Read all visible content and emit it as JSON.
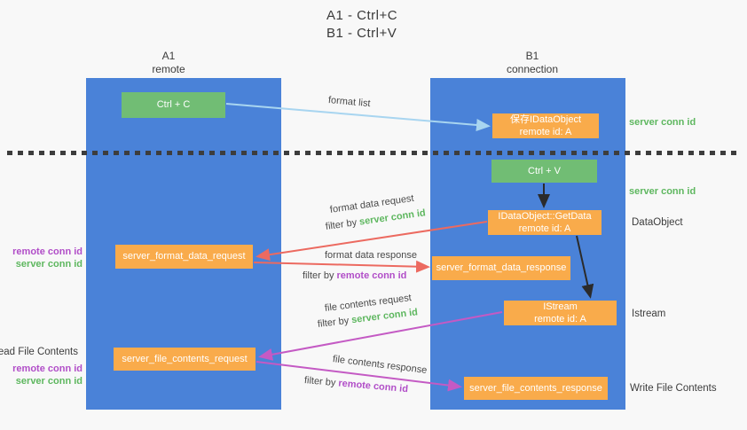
{
  "title": {
    "line1": "A1 - Ctrl+C",
    "line2": "B1 - Ctrl+V"
  },
  "columns": {
    "left": {
      "id": "A1",
      "role": "remote"
    },
    "right": {
      "id": "B1",
      "role": "connection"
    }
  },
  "boxes": {
    "ctrl_c": "Ctrl + C",
    "ctrl_v": "Ctrl + V",
    "save_dataobject": {
      "line1": "保存IDataObject",
      "line2": "remote id: A"
    },
    "getdata": {
      "line1": "IDataObject::GetData",
      "line2": "remote id: A"
    },
    "istream": {
      "line1": "IStream",
      "line2": "remote id: A"
    },
    "server_format_data_request": "server_format_data_request",
    "server_format_data_response": "server_format_data_response",
    "server_file_contents_request": "server_file_contents_request",
    "server_file_contents_response": "server_file_contents_response"
  },
  "flow_labels": {
    "format_list": "format list",
    "format_data_request": "format data request",
    "format_data_response": "format data response",
    "file_contents_request": "file contents request",
    "file_contents_response": "file contents response",
    "filter_by": "filter by ",
    "server_conn_id": "server conn id",
    "remote_conn_id": "remote conn id"
  },
  "side_labels": {
    "server_conn_id": "server conn id",
    "remote_conn_id": "remote conn id",
    "dataobject": "DataObject",
    "istream": "Istream",
    "read_file_contents": "Read File Contents",
    "write_file_contents": "Write File Contents"
  },
  "colors": {
    "column_blue": "#4a82d8",
    "box_green": "#71bd74",
    "box_orange": "#f9ab4b",
    "arrow_light_blue": "#a8d5f0",
    "arrow_red": "#ec6a60",
    "arrow_magenta": "#c45ac4",
    "arrow_black": "#2b2b2b",
    "text_green": "#5eb75f",
    "text_purple": "#b14ec8"
  }
}
